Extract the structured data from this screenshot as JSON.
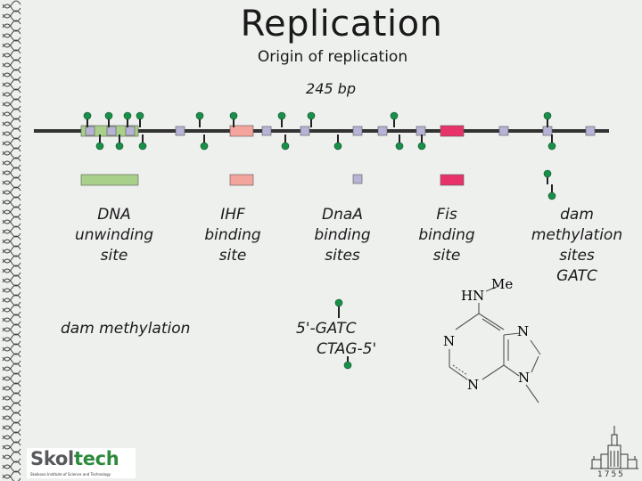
{
  "title": "Replication",
  "subtitle": "Origin of replication",
  "length_label": "245 bp",
  "legend": [
    {
      "label_lines": [
        "DNA",
        "unwinding",
        "site"
      ],
      "color": "#a8d08a"
    },
    {
      "label_lines": [
        "IHF",
        "binding",
        "site"
      ],
      "color": "#f3a49c"
    },
    {
      "label_lines": [
        "DnaA",
        "binding",
        "sites"
      ],
      "color": "#b7b3d6"
    },
    {
      "label_lines": [
        "Fis",
        "binding",
        "site"
      ],
      "color": "#e8336a"
    },
    {
      "label_lines": [
        "dam",
        "methylation",
        "sites",
        "GATC"
      ],
      "color": "#1a8f4a"
    }
  ],
  "methylation": {
    "caption": "dam methylation",
    "top_strand": "5'-GATC",
    "bottom_strand": "CTAG-5'"
  },
  "molecule": {
    "atoms": [
      "HN",
      "Me",
      "N",
      "N",
      "N",
      "N"
    ]
  },
  "logo": {
    "part1": "Skol",
    "part2": "tech",
    "tagline": "Skolkovo Institute of Science and Technology"
  },
  "year": "1755",
  "colors": {
    "green_box": "#a8d08a",
    "pink_box": "#f3a49c",
    "lilac_box": "#b7b3d6",
    "magenta_box": "#e8336a",
    "marker": "#1a8f4a",
    "line": "#333333"
  }
}
